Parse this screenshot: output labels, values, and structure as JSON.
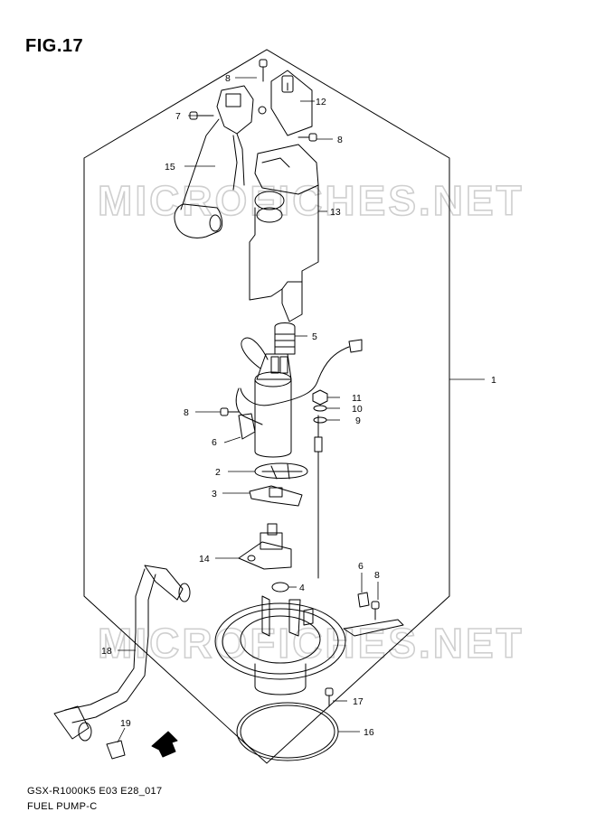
{
  "figure": {
    "title": "FIG.17",
    "model_code": "GSX-R1000K5 E03 E28_017",
    "subtitle": "FUEL PUMP-C"
  },
  "watermark": "MICROFICHES.NET",
  "callouts": [
    "1",
    "2",
    "3",
    "4",
    "5",
    "6",
    "6",
    "7",
    "8",
    "8",
    "8",
    "8",
    "9",
    "10",
    "11",
    "12",
    "13",
    "14",
    "15",
    "16",
    "17",
    "18",
    "19"
  ]
}
